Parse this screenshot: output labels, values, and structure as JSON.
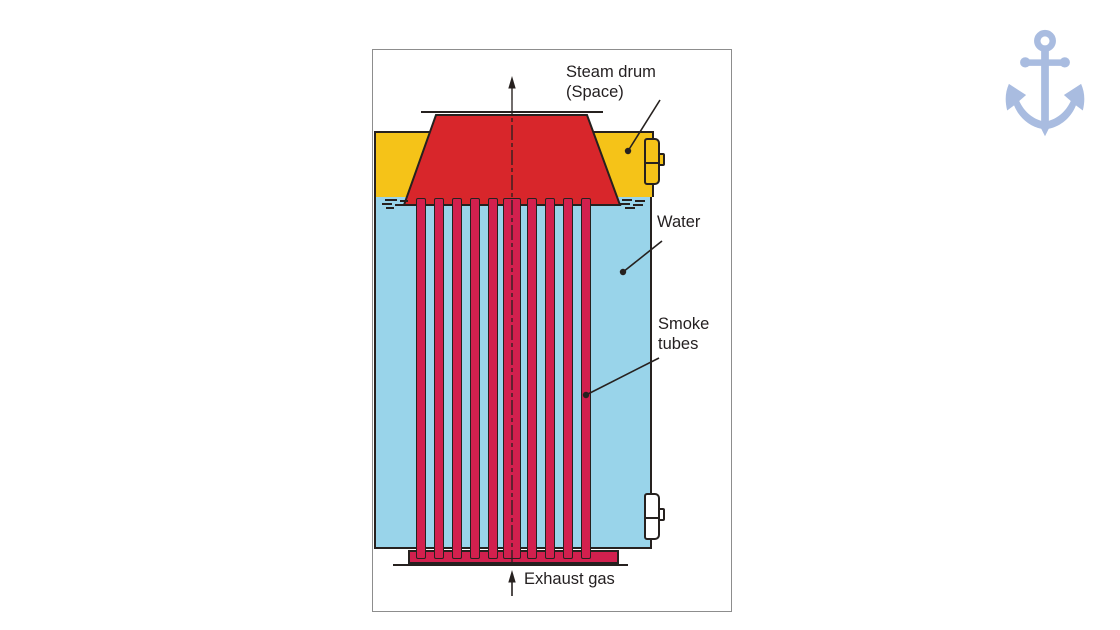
{
  "figure": {
    "type": "technical-diagram",
    "subject": "Smoke tube exhaust gas boiler",
    "labels": {
      "steam_drum": "Steam drum",
      "steam_drum_space": "(Space)",
      "water": "Water",
      "smoke_line1": "Smoke",
      "smoke_line2": "tubes",
      "exhaust_gas": "Exhaust gas"
    },
    "colors": {
      "steam_drum_yellow": "#F5C318",
      "uptake_red": "#D8262B",
      "smoke_tube_crimson": "#D2204E",
      "water_blue": "#99D4EA",
      "outline_dark": "#26211F",
      "frame_border_gray": "#8D8D8D",
      "anchor_blue": "#A9BCE0",
      "label_text": "#231F20"
    },
    "icons": {
      "anchor": "anchor-icon",
      "up_arrow": "up-arrow-icon"
    }
  }
}
